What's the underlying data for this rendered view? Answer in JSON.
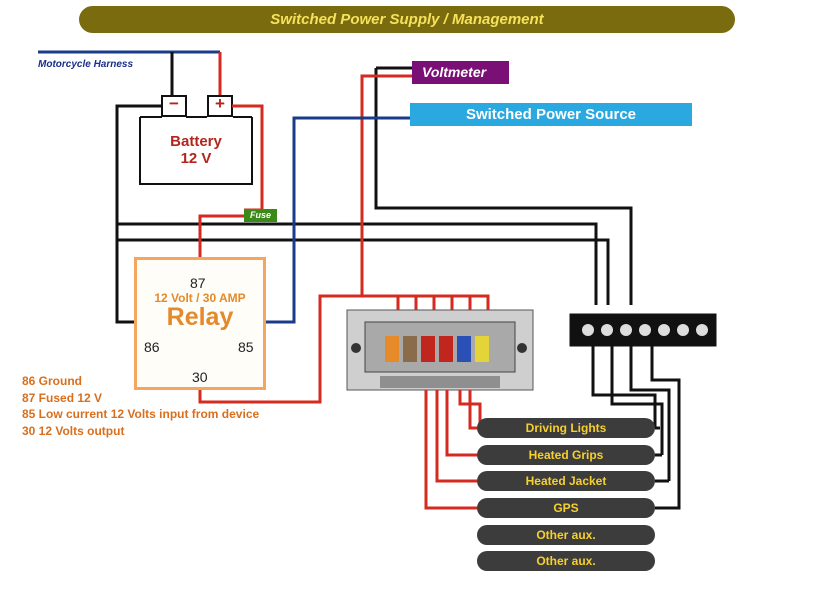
{
  "title": "Switched Power Supply / Management",
  "harness_label": "Motorcycle Harness",
  "voltmeter_label": "Voltmeter",
  "switched_source_label": "Switched Power Source",
  "fuse_label": "Fuse",
  "battery": {
    "line1": "Battery",
    "line2": "12 V",
    "minus": "−",
    "plus": "+"
  },
  "relay": {
    "rating": "12 Volt / 30 AMP",
    "name": "Relay",
    "pins": {
      "p87": "87",
      "p86": "86",
      "p85": "85",
      "p30": "30"
    }
  },
  "legend": [
    "86 Ground",
    "87 Fused 12 V",
    "85 Low current 12 Volts input from device",
    "30 12 Volts output"
  ],
  "devices": [
    "Driving Lights",
    "Heated Grips",
    "Heated Jacket",
    "GPS",
    "Other aux.",
    "Other aux."
  ],
  "colors": {
    "title_bg": "#7a6b0f",
    "title_text": "#f6e25a",
    "wire_red": "#d42a1f",
    "wire_black": "#111111",
    "wire_blue": "#1a3a8a",
    "relay_orange": "#e38a2c"
  }
}
